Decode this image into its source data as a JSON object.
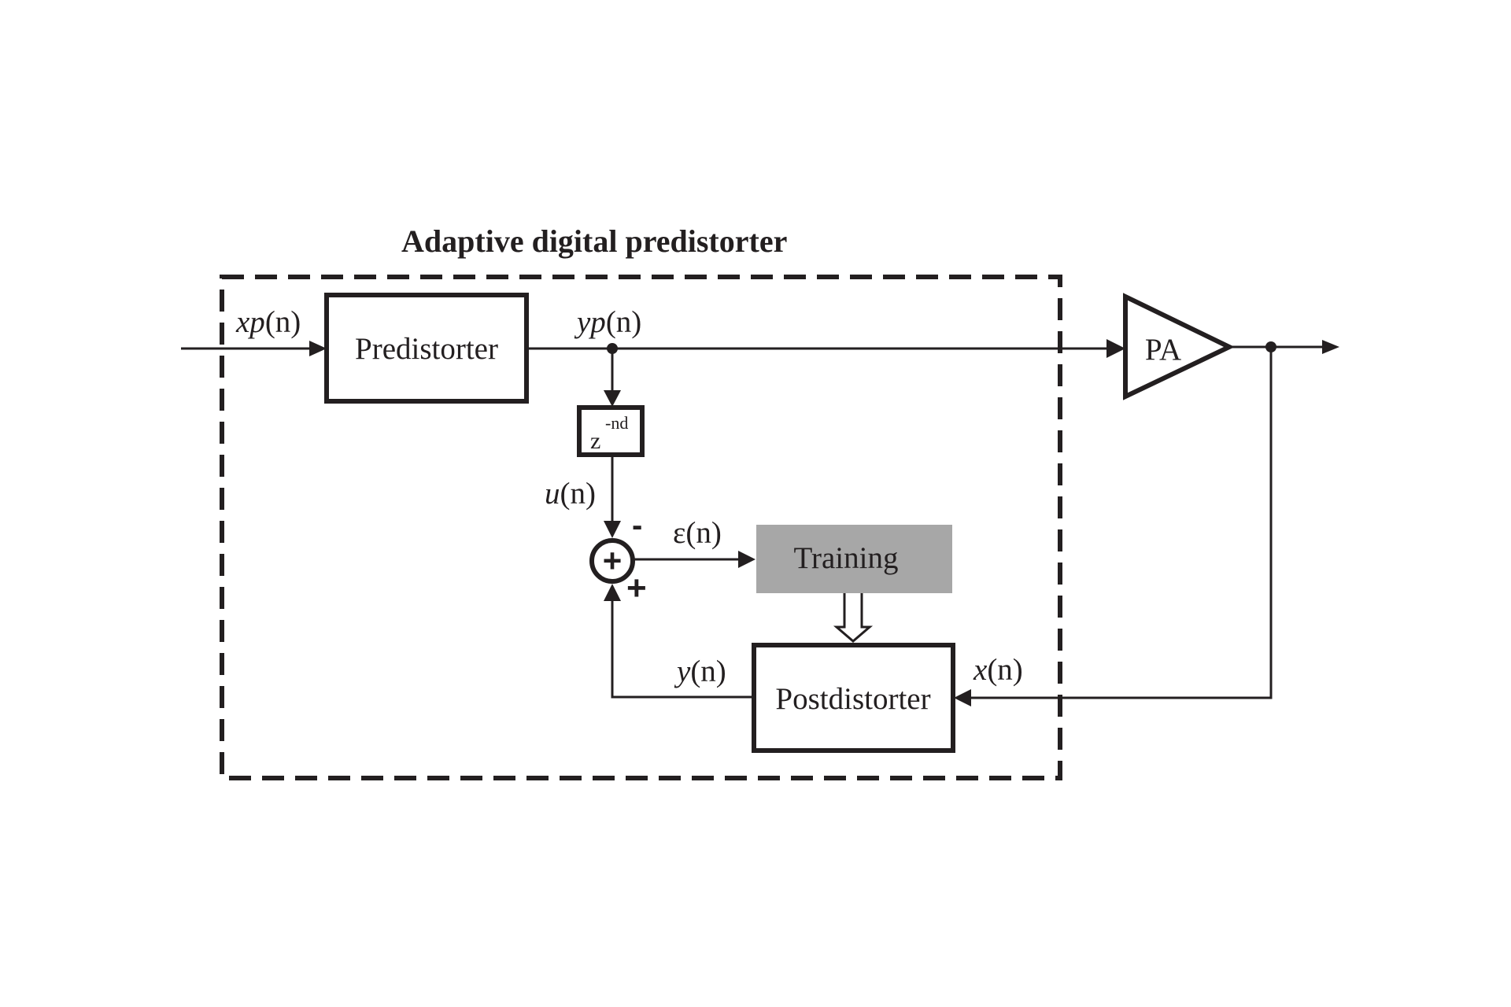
{
  "title": "Adaptive digital predistorter",
  "colors": {
    "ink": "#231f20",
    "training_fill": "#a7a7a7",
    "background": "#ffffff"
  },
  "blocks": {
    "predistorter": "Predistorter",
    "delay_base": "z",
    "delay_exponent": "-nd",
    "training": "Training",
    "postdistorter": "Postdistorter",
    "amplifier": "PA"
  },
  "signals": {
    "xp": {
      "var": "xp",
      "arg": "(n)"
    },
    "yp": {
      "var": "yp",
      "arg": "(n)"
    },
    "u": {
      "var": "u",
      "arg": "(n)"
    },
    "epsilon": {
      "var": "ε",
      "arg": "(n)"
    },
    "y": {
      "var": "y",
      "arg": "(n)"
    },
    "x": {
      "var": "x",
      "arg": "(n)"
    }
  },
  "summer": {
    "symbol": "+",
    "minus_input": "-",
    "plus_input": "+"
  }
}
